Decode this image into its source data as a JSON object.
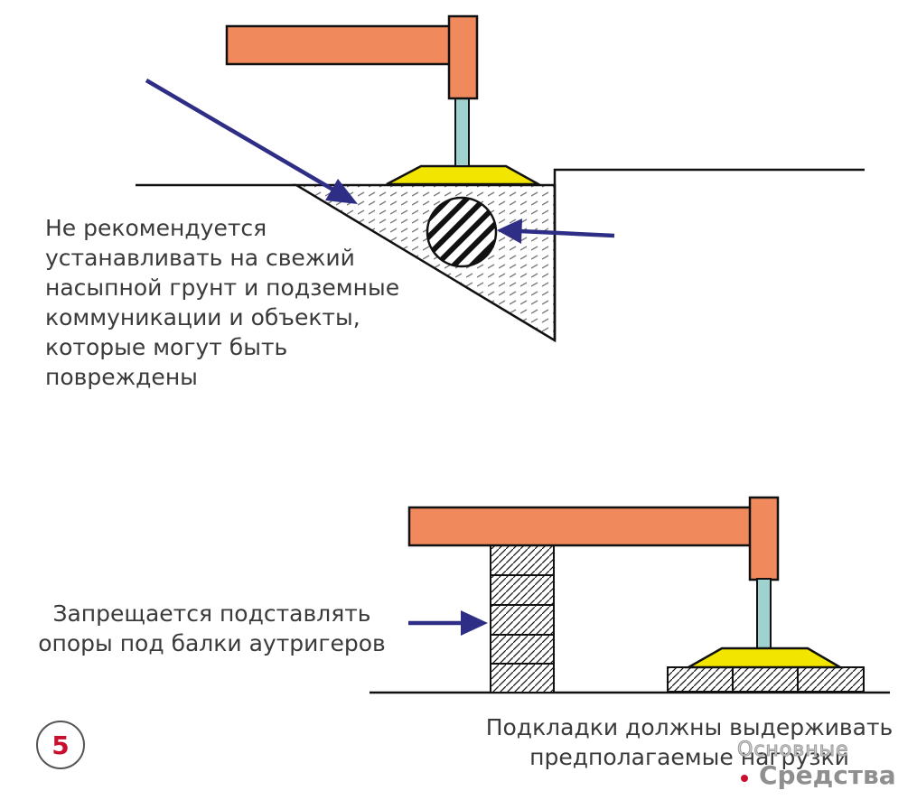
{
  "captions": {
    "top": [
      "Не рекомендуется",
      "устанавливать на свежий",
      "насыпной грунт и подземные",
      "коммуникации и объекты,",
      "которые могут быть",
      "повреждены"
    ],
    "middle": [
      "Запрещается подставлять",
      "опоры под балки аутригеров"
    ],
    "bottom": [
      "Подкладки должны выдерживать",
      "предполагаемые нагрузки"
    ]
  },
  "figure_number": "5",
  "watermark": {
    "line1": "Основные",
    "line2": "Средства"
  },
  "colors": {
    "beam": "#f08a5d",
    "rod": "#9fd1cf",
    "pad": "#f2e600",
    "arrow": "#2e2e86",
    "outline": "#111111",
    "accent": "#c8102e"
  }
}
